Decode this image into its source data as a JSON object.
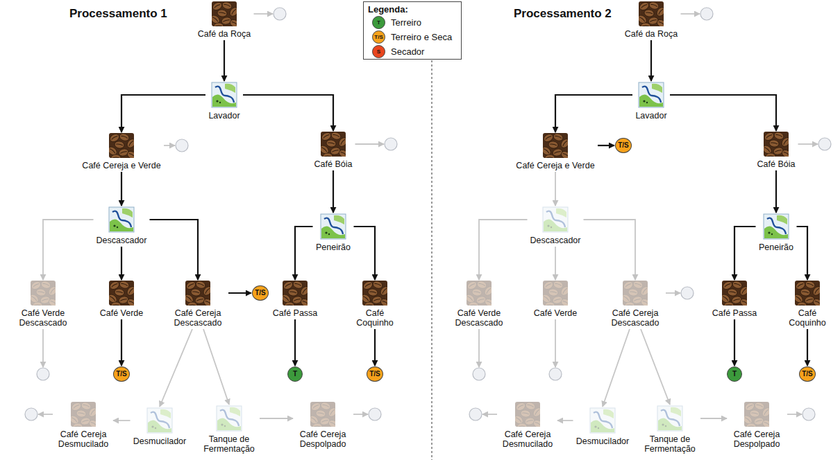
{
  "diagram": {
    "nodes": [
      {
        "text": [
          "Café da Roça"
        ]
      },
      {
        "text": [
          "Lavador"
        ]
      },
      {
        "text": [
          "Café Cereja e Verde"
        ]
      },
      {
        "text": [
          "Café Bóia"
        ]
      },
      {
        "text": [
          "Descascador"
        ]
      },
      {
        "text": [
          "Peneirão"
        ]
      },
      {
        "text": [
          "Café Verde Descascado"
        ]
      },
      {
        "text": [
          "Café Verde"
        ]
      },
      {
        "text": [
          "Café Cereja Descascado"
        ]
      },
      {
        "text": [
          "T/S"
        ]
      },
      {
        "text": [
          "Café Passa"
        ]
      },
      {
        "text": [
          "Café Coquinho"
        ]
      },
      {
        "text": [
          "T/S"
        ]
      },
      {
        "text": [
          "T"
        ]
      },
      {
        "text": [
          "T/S"
        ]
      },
      {
        "text": [
          "Café Cereja Desmucilado"
        ]
      },
      {
        "text": [
          "Desmucilador"
        ]
      },
      {
        "text": [
          "Tanque de Fermentação"
        ]
      },
      {
        "text": [
          "Café Cereja Despolpado"
        ]
      },
      {
        "text": [
          "Café da Roça"
        ]
      },
      {
        "text": [
          "Lavador"
        ]
      },
      {
        "text": [
          "Café Cereja e Verde"
        ]
      },
      {
        "text": [
          "T/S"
        ]
      },
      {
        "text": [
          "Café Bóia"
        ]
      },
      {
        "text": [
          "Descascador"
        ]
      },
      {
        "text": [
          "Peneirão"
        ]
      },
      {
        "text": [
          "Café Verde Descascado"
        ]
      },
      {
        "text": [
          "Café Verde"
        ]
      },
      {
        "text": [
          "Café Cereja Descascado"
        ]
      },
      {
        "text": [
          "Café Passa"
        ]
      },
      {
        "text": [
          "Café Coquinho"
        ]
      },
      {
        "text": [
          "T"
        ]
      },
      {
        "text": [
          "T/S"
        ]
      },
      {
        "text": [
          "Café Cereja Desmucilado"
        ]
      },
      {
        "text": [
          "Desmucilador"
        ]
      },
      {
        "text": [
          "Tanque de Fermentação"
        ]
      },
      {
        "text": [
          "Café Cereja Despolpado"
        ]
      }
    ],
    "edges": [
      {
        "from": 0,
        "to": 1,
        "arrow": "to"
      },
      {
        "from": 1,
        "to": 2,
        "arrow": "to"
      },
      {
        "from": 1,
        "to": 3,
        "arrow": "to"
      },
      {
        "from": 2,
        "to": 4,
        "arrow": "to"
      },
      {
        "from": 3,
        "to": 5,
        "arrow": "to"
      },
      {
        "from": 4,
        "to": 6,
        "arrow": "to"
      },
      {
        "from": 4,
        "to": 7,
        "arrow": "to"
      },
      {
        "from": 4,
        "to": 8,
        "arrow": "to"
      },
      {
        "from": 8,
        "to": 9,
        "arrow": "to"
      },
      {
        "from": 5,
        "to": 10,
        "arrow": "to"
      },
      {
        "from": 5,
        "to": 11,
        "arrow": "to"
      },
      {
        "from": 7,
        "to": 12,
        "arrow": "to"
      },
      {
        "from": 10,
        "to": 13,
        "arrow": "to"
      },
      {
        "from": 11,
        "to": 14,
        "arrow": "to"
      },
      {
        "from": 8,
        "to": 16,
        "arrow": "to"
      },
      {
        "from": 8,
        "to": 17,
        "arrow": "to"
      },
      {
        "from": 16,
        "to": 15,
        "arrow": "to"
      },
      {
        "from": 17,
        "to": 18,
        "arrow": "to"
      },
      {
        "from": 19,
        "to": 20,
        "arrow": "to"
      },
      {
        "from": 20,
        "to": 21,
        "arrow": "to"
      },
      {
        "from": 20,
        "to": 23,
        "arrow": "to"
      },
      {
        "from": 21,
        "to": 22,
        "arrow": "to"
      },
      {
        "from": 21,
        "to": 24,
        "arrow": "to"
      },
      {
        "from": 23,
        "to": 25,
        "arrow": "to"
      },
      {
        "from": 24,
        "to": 26,
        "arrow": "to"
      },
      {
        "from": 24,
        "to": 27,
        "arrow": "to"
      },
      {
        "from": 24,
        "to": 28,
        "arrow": "to"
      },
      {
        "from": 25,
        "to": 29,
        "arrow": "to"
      },
      {
        "from": 25,
        "to": 30,
        "arrow": "to"
      },
      {
        "from": 29,
        "to": 31,
        "arrow": "to"
      },
      {
        "from": 30,
        "to": 32,
        "arrow": "to"
      },
      {
        "from": 28,
        "to": 34,
        "arrow": "to"
      },
      {
        "from": 28,
        "to": 35,
        "arrow": "to"
      },
      {
        "from": 34,
        "to": 33,
        "arrow": "to"
      },
      {
        "from": 35,
        "to": 36,
        "arrow": "to"
      }
    ],
    "labels": [
      "Processamento 1",
      "Legenda:",
      "T",
      "T/S",
      "S",
      "Processamento 2"
    ],
    "legend": [
      {
        "text": "Terreiro",
        "color": "#3c9a3c"
      },
      {
        "text": "Terreiro e Seca",
        "color": "#f7a21b"
      },
      {
        "text": "Secador",
        "color": "#e8451e"
      }
    ]
  }
}
